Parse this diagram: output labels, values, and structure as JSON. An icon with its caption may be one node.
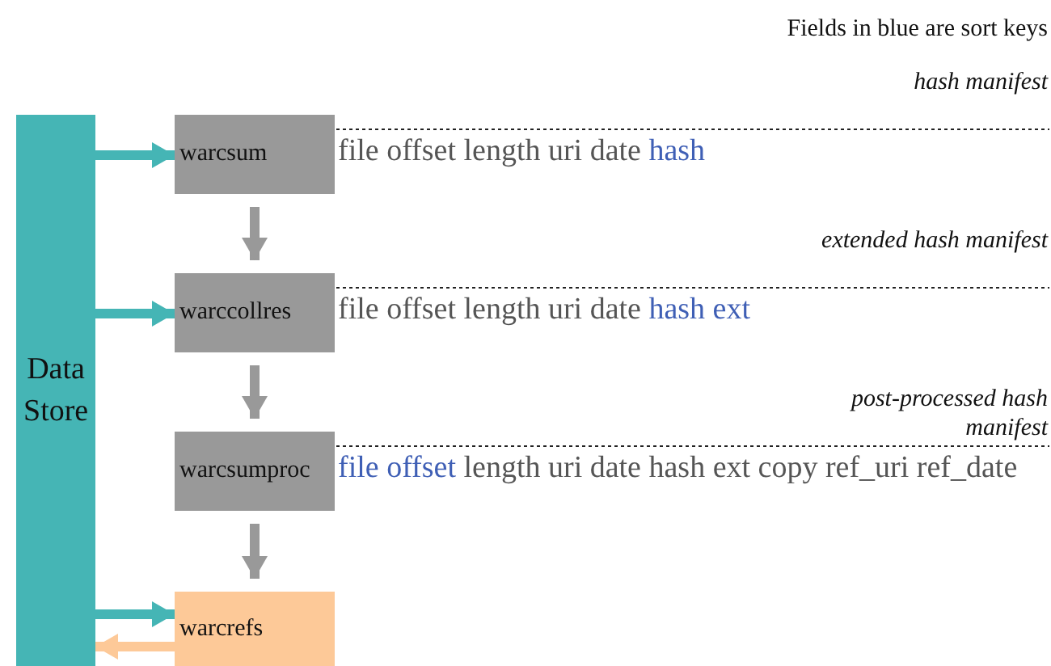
{
  "diagram": {
    "nodes": [
      {
        "text": [
          "Data Store"
        ]
      },
      {
        "text": [
          "warcsum"
        ],
        "beside": [
          "file offset length uri date",
          "hash"
        ]
      },
      {
        "text": [
          "warccollres"
        ],
        "beside": [
          "file offset length uri date",
          "hash ext"
        ]
      },
      {
        "text": [
          "warcsumproc"
        ],
        "beside": [
          "file offset",
          "length uri date hash ext copy ref_uri ref_date"
        ]
      },
      {
        "text": [
          "warcrefs"
        ]
      }
    ],
    "edges": [
      {
        "from": 0,
        "to": 1,
        "arrow": "to",
        "color": "#45b5b5"
      },
      {
        "from": 0,
        "to": 2,
        "arrow": "to",
        "color": "#45b5b5"
      },
      {
        "from": 1,
        "to": 2,
        "arrow": "to"
      },
      {
        "from": 2,
        "to": 3,
        "arrow": "to"
      },
      {
        "from": 3,
        "to": 4,
        "arrow": "to"
      },
      {
        "from": 0,
        "to": 4,
        "arrow": "to",
        "color": "#45b5b5"
      },
      {
        "from": 4,
        "to": 0,
        "arrow": "to",
        "color": "#fdc998"
      }
    ],
    "labels": [
      "Fields in blue are sort keys",
      "hash manifest",
      "extended hash manifest",
      "post-processed hash manifest"
    ]
  }
}
